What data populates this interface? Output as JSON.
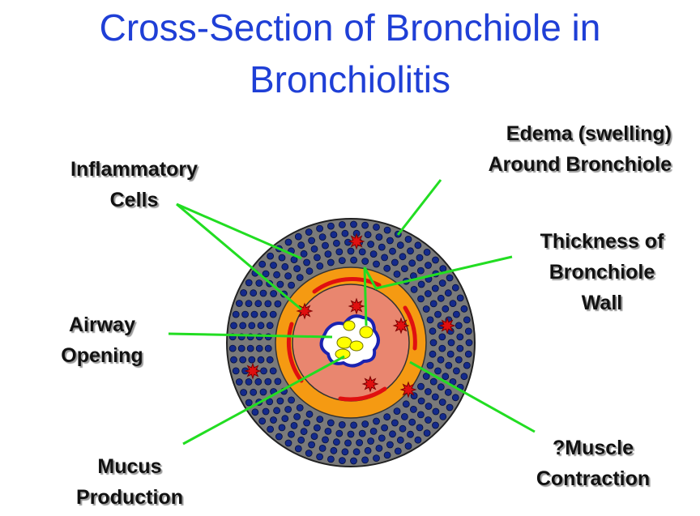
{
  "title": {
    "line1": "Cross-Section of Bronchiole in",
    "line2": "Bronchiolitis"
  },
  "labels": {
    "inflammatory": [
      "Inflammatory",
      "Cells"
    ],
    "edema": [
      "Edema (swelling)",
      "Around Bronchiole"
    ],
    "thickness": [
      "Thickness of",
      "Bronchiole",
      "Wall"
    ],
    "airway": [
      "Airway",
      "Opening"
    ],
    "mucus": [
      "Mucus",
      "Production"
    ],
    "muscle": [
      "?Muscle",
      "Contraction"
    ]
  },
  "colors": {
    "title": "#1f3fd6",
    "outer_ring": "#7a7a7a",
    "wall": "#f59a12",
    "mucosa": "#e9866f",
    "muscle": "#e01010",
    "cells": "#142a8c",
    "leader_line": "#22dd22",
    "mucus": "#ffff00"
  }
}
